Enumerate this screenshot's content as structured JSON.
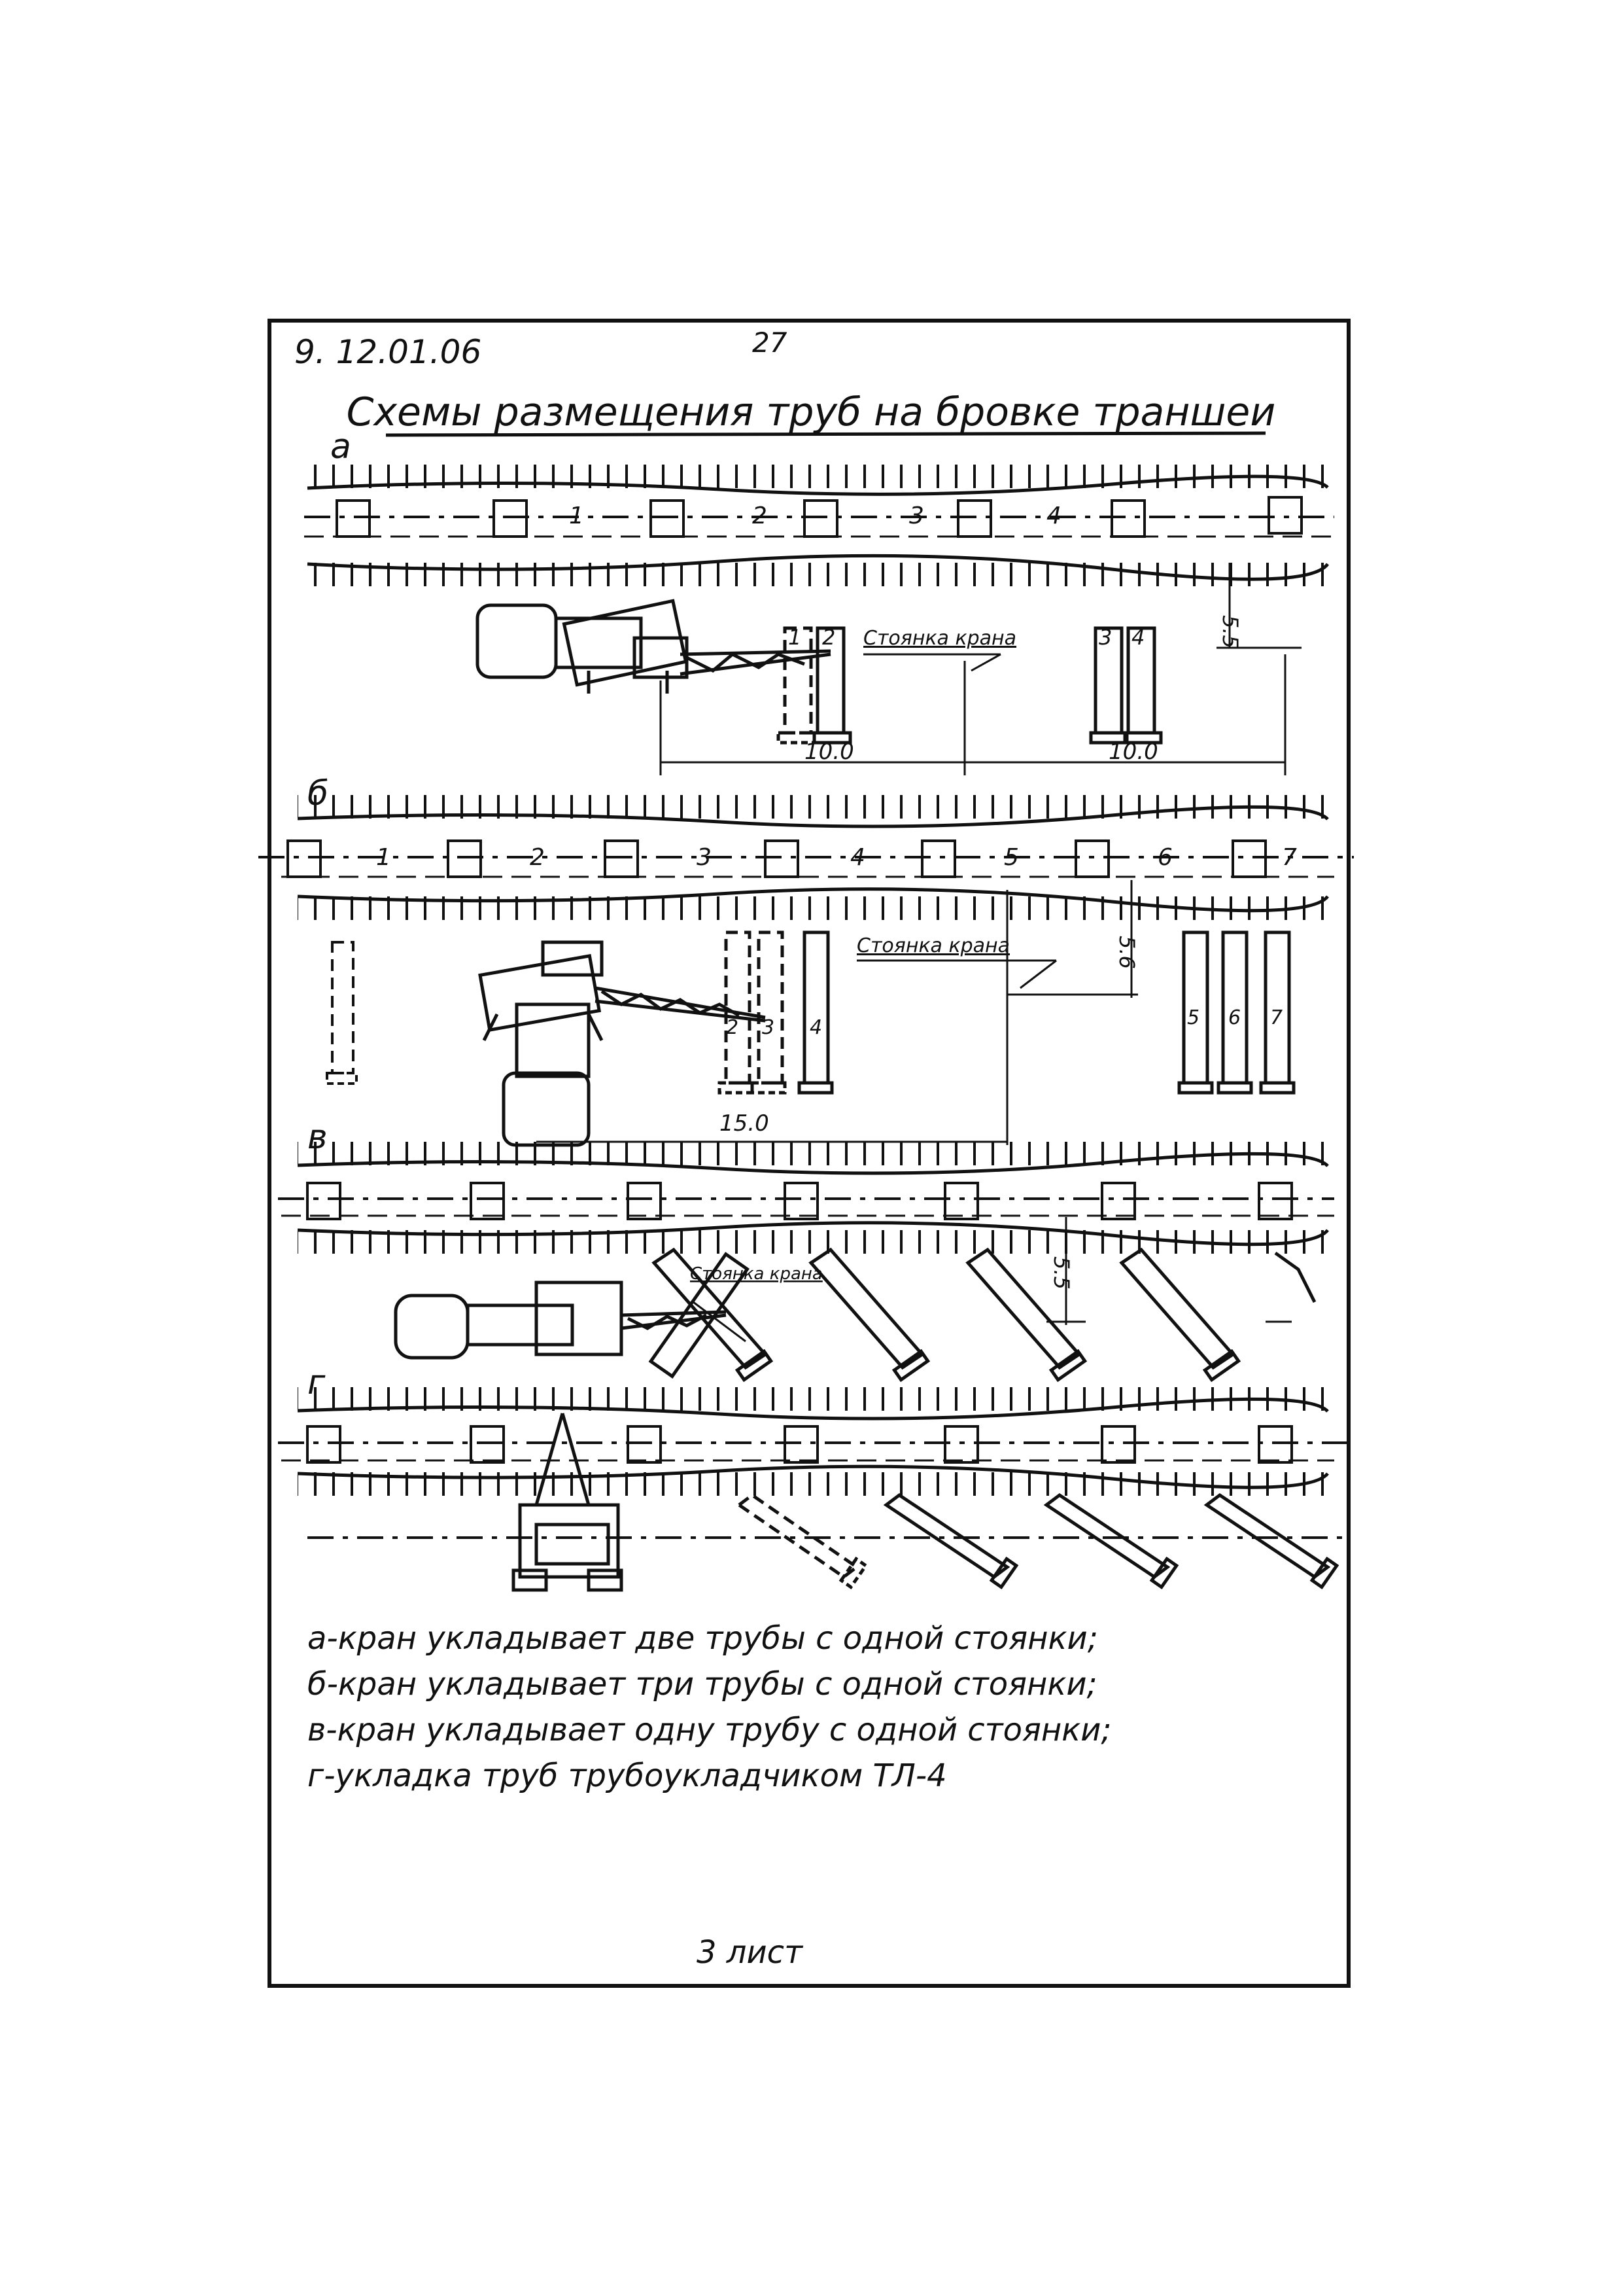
{
  "header": {
    "doc_code": "9. 12.01.06",
    "page_number": "27",
    "title": "Схемы размещения труб на бровке траншеи"
  },
  "schemes": [
    {
      "letter": "а",
      "pipe_labels": [
        "1",
        "2",
        "3",
        "4",
        "1",
        "2",
        "3",
        "4"
      ],
      "callout": "Стоянка крана",
      "dims": [
        "10.0",
        "10.0",
        "5.5"
      ]
    },
    {
      "letter": "б",
      "pipe_labels": [
        "1",
        "2",
        "3",
        "4",
        "5",
        "6",
        "7",
        "2",
        "3",
        "4",
        "5",
        "6",
        "7"
      ],
      "callout": "Стоянка крана",
      "dims": [
        "15.0",
        "5.6"
      ]
    },
    {
      "letter": "в",
      "callout": "Стоянка крана",
      "dims": [
        "5.5"
      ]
    },
    {
      "letter": "г"
    }
  ],
  "legend": [
    "а-кран укладывает две трубы с одной стоянки;",
    "б-кран укладывает три трубы с одной стоянки;",
    "в-кран укладывает одну трубу с одной стоянки;",
    "г-укладка труб трубоукладчиком ТЛ-4"
  ],
  "footer": {
    "sheet": "3 лист"
  }
}
